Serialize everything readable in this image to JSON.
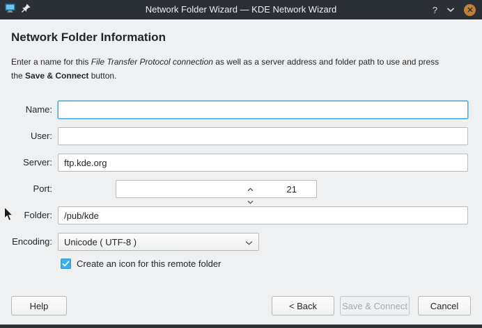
{
  "titlebar": {
    "title": "Network Folder Wizard — KDE Network Wizard",
    "help_symbol": "?"
  },
  "icons": {
    "titlebar_left": [
      "app-icon",
      "pin-icon"
    ],
    "titlebar_right": [
      "help-icon",
      "chevron-down-icon",
      "close-icon"
    ]
  },
  "page": {
    "heading": "Network Folder Information",
    "intro": {
      "lead": "Enter a name for this ",
      "connection_type": "File Transfer Protocol connection",
      "mid": " as well as a server address and folder path to use and press",
      "line2_lead": "the ",
      "action_name": "Save & Connect",
      "tail": " button."
    }
  },
  "form": {
    "fields": {
      "name": {
        "label": "Name:",
        "value": ""
      },
      "user": {
        "label": "User:",
        "value": ""
      },
      "server": {
        "label": "Server:",
        "value": "ftp.kde.org"
      },
      "port": {
        "label": "Port:",
        "value": "21"
      },
      "folder": {
        "label": "Folder:",
        "value": "/pub/kde"
      },
      "encoding": {
        "label": "Encoding:",
        "value": "Unicode ( UTF-8 )"
      }
    },
    "checkbox_label": "Create an icon for this remote folder"
  },
  "buttons": {
    "help": "Help",
    "back": "< Back",
    "save_connect": "Save & Connect",
    "cancel": "Cancel"
  },
  "colors": {
    "accent": "#3daee9",
    "titlebar_bg": "#2b3036",
    "close_button": "#c08038",
    "window_bg": "#eff0f1"
  }
}
